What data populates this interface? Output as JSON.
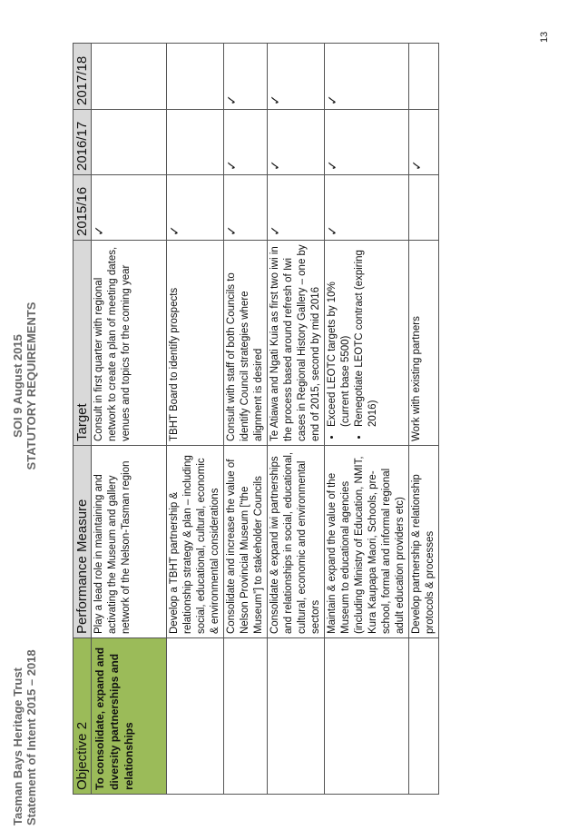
{
  "header": {
    "org": "Tasman Bays Heritage Trust",
    "subtitle": "Statement of Intent 2015 – 2018",
    "soi_date": "SOI 9 August 2015",
    "section": "STATUTORY REQUIREMENTS"
  },
  "page_number": "13",
  "table": {
    "headers": {
      "objective": "Objective 2",
      "measure": "Performance Measure",
      "target": "Target",
      "y1": "2015/16",
      "y2": "2016/17",
      "y3": "2017/18"
    },
    "objective_text": "To consolidate, expand and diversity partnerships and relationships",
    "check_mark": "✓",
    "rows": [
      {
        "measure": "Play a lead role in maintaining and activating the Museum and gallery network of the Nelson-Tasman region",
        "target": "Consult in first quarter with regional network to create a plan of meeting dates, venues and topics for the coming year",
        "y1": "✓",
        "y2": "",
        "y3": ""
      },
      {
        "measure": "Develop a TBHT partnership & relationship strategy & plan – including social, educational, cultural, economic & environmental considerations",
        "target": "TBHT Board to identify prospects",
        "y1": "✓",
        "y2": "",
        "y3": ""
      },
      {
        "measure": "Consolidate and increase the value of Nelson Provincial Museum [“the Museum”] to stakeholder Councils",
        "target": "Consult with staff of both Councils to identify Council strategies where alignment is desired",
        "y1": "✓",
        "y2": "✓",
        "y3": "✓"
      },
      {
        "measure": "Consolidate & expand iwi partnerships and relationships in social, educational, cultural, economic and environmental sectors",
        "target": "Te Atiawa and Ngati Kuia as first two iwi in the process based around refresh of Iwi cases in Regional History Gallery – one by end of 2015, second by mid 2016",
        "y1": "✓",
        "y2": "✓",
        "y3": "✓"
      },
      {
        "measure": "Maintain & expand the value of the Museum to educational agencies (including Ministry of Education, NMIT, Kura Kaupapa Maori, Schools, pre-school, formal and informal regional adult education providers etc)",
        "target_bullets": [
          "Exceed LEOTC targets by 10% (current base 5500)",
          "Renegotiate LEOTC contract (expiring 2016)"
        ],
        "y1": "✓",
        "y2": "✓",
        "y3": "✓"
      },
      {
        "measure": "Develop partnership & relationship protocols & processes",
        "target": "Work with existing partners",
        "y1": "",
        "y2": "✓",
        "y3": ""
      }
    ]
  }
}
